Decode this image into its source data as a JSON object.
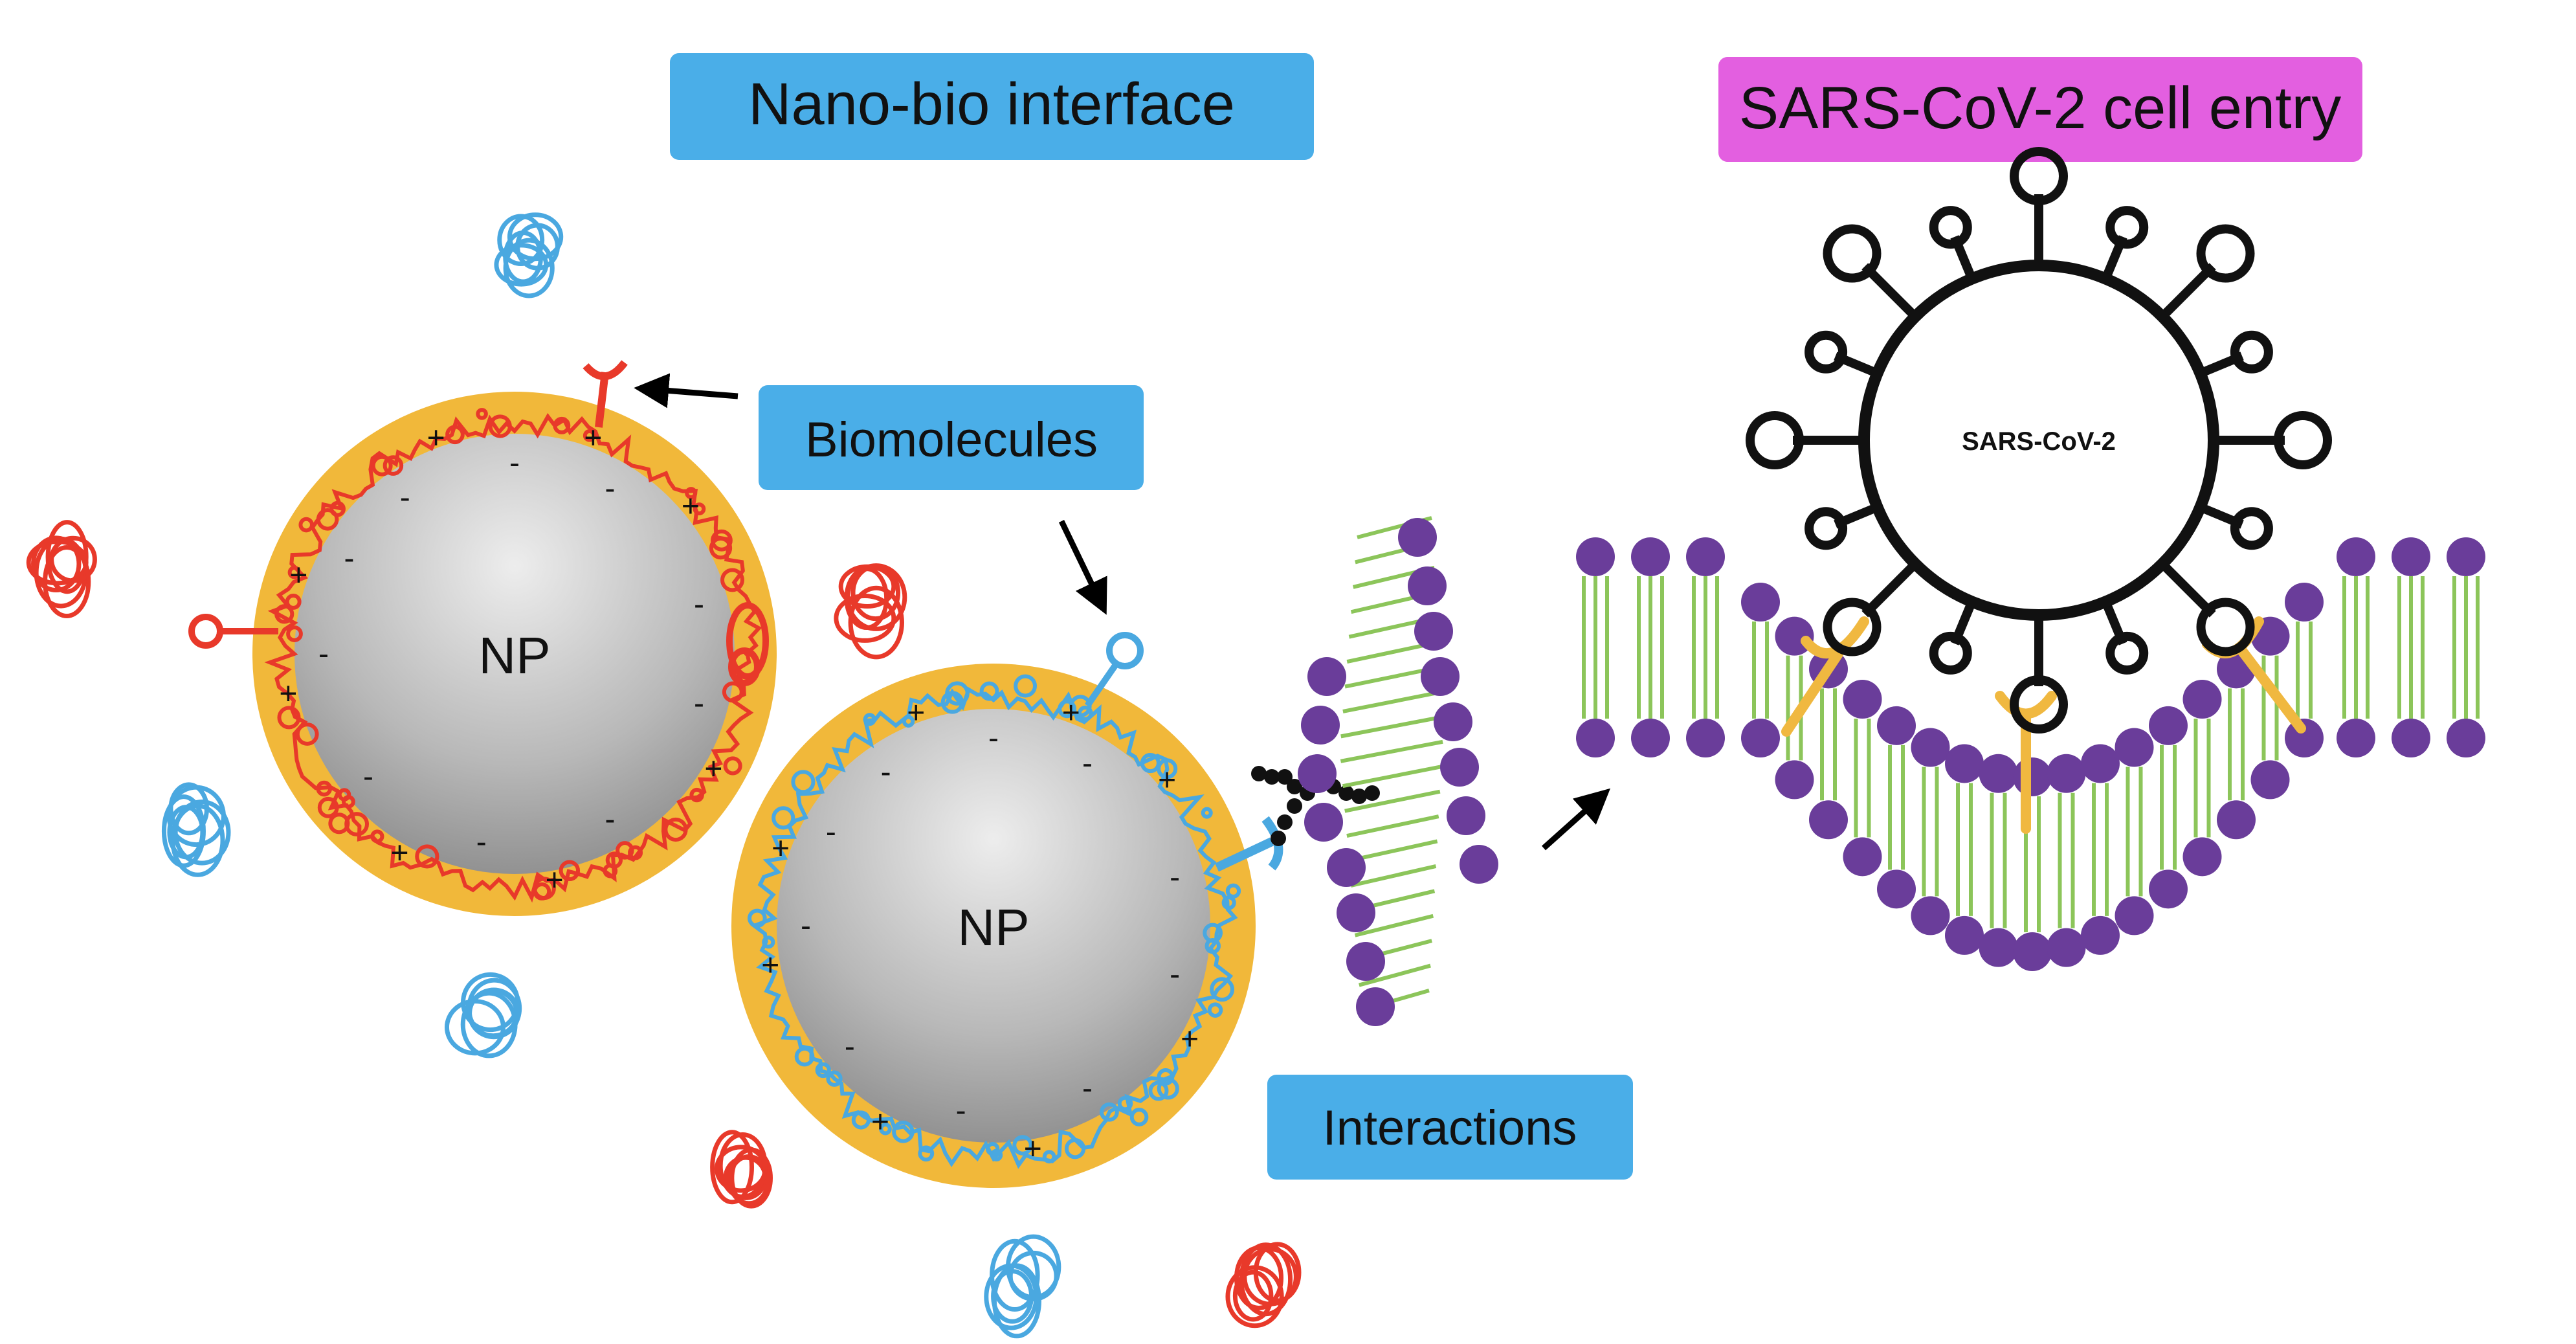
{
  "labels": {
    "nano_bio_interface": "Nano-bio interface",
    "sars_entry": "SARS-CoV-2 cell entry",
    "biomolecules": "Biomolecules",
    "interactions": "Interactions",
    "np": "NP",
    "virus": "SARS-CoV-2"
  },
  "charge_signs": {
    "plus": "+",
    "minus": "-"
  },
  "colors": {
    "blue_label": "#4aaee8",
    "magenta_label": "#e35fe0",
    "corona": "#f1b83a",
    "red_protein": "#e8392a",
    "blue_protein": "#4aa8e0",
    "lipid_head": "#6a3d9a",
    "lipid_tail": "#8cc55a",
    "receptor": "#f0b840",
    "virus_outline": "#111111"
  },
  "icons": [
    "arrow-icon",
    "protein-blob-icon",
    "receptor-icon",
    "spike-icon"
  ]
}
